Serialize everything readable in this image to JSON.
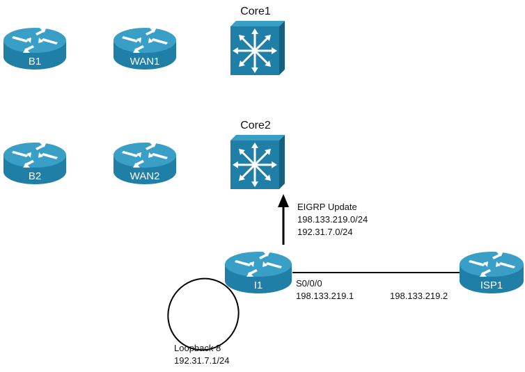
{
  "colors": {
    "device_fill": "#1f7fa6",
    "device_top": "#3a9fc6",
    "device_dark": "#165f7e",
    "link": "#000000",
    "text": "#111111"
  },
  "devices": {
    "b1": {
      "label": "B1",
      "icon": "router-icon"
    },
    "wan1": {
      "label": "WAN1",
      "icon": "router-icon"
    },
    "core1": {
      "label": "Core1",
      "icon": "layer3-switch-icon"
    },
    "b2": {
      "label": "B2",
      "icon": "router-icon"
    },
    "wan2": {
      "label": "WAN2",
      "icon": "router-icon"
    },
    "core2": {
      "label": "Core2",
      "icon": "layer3-switch-icon"
    },
    "i1": {
      "label": "I1",
      "icon": "router-icon"
    },
    "isp1": {
      "label": "ISP1",
      "icon": "router-icon"
    }
  },
  "eigrp_update": {
    "title": "EIGRP Update",
    "routes": [
      "198.133.219.0/24",
      "192.31.7.0/24"
    ]
  },
  "i1_interface": {
    "name": "S0/0/0",
    "ip": "198.133.219.1"
  },
  "isp1_interface": {
    "ip": "198.133.219.2"
  },
  "loopback": {
    "name": "Loopback 8",
    "ip": "192.31.7.1/24"
  }
}
